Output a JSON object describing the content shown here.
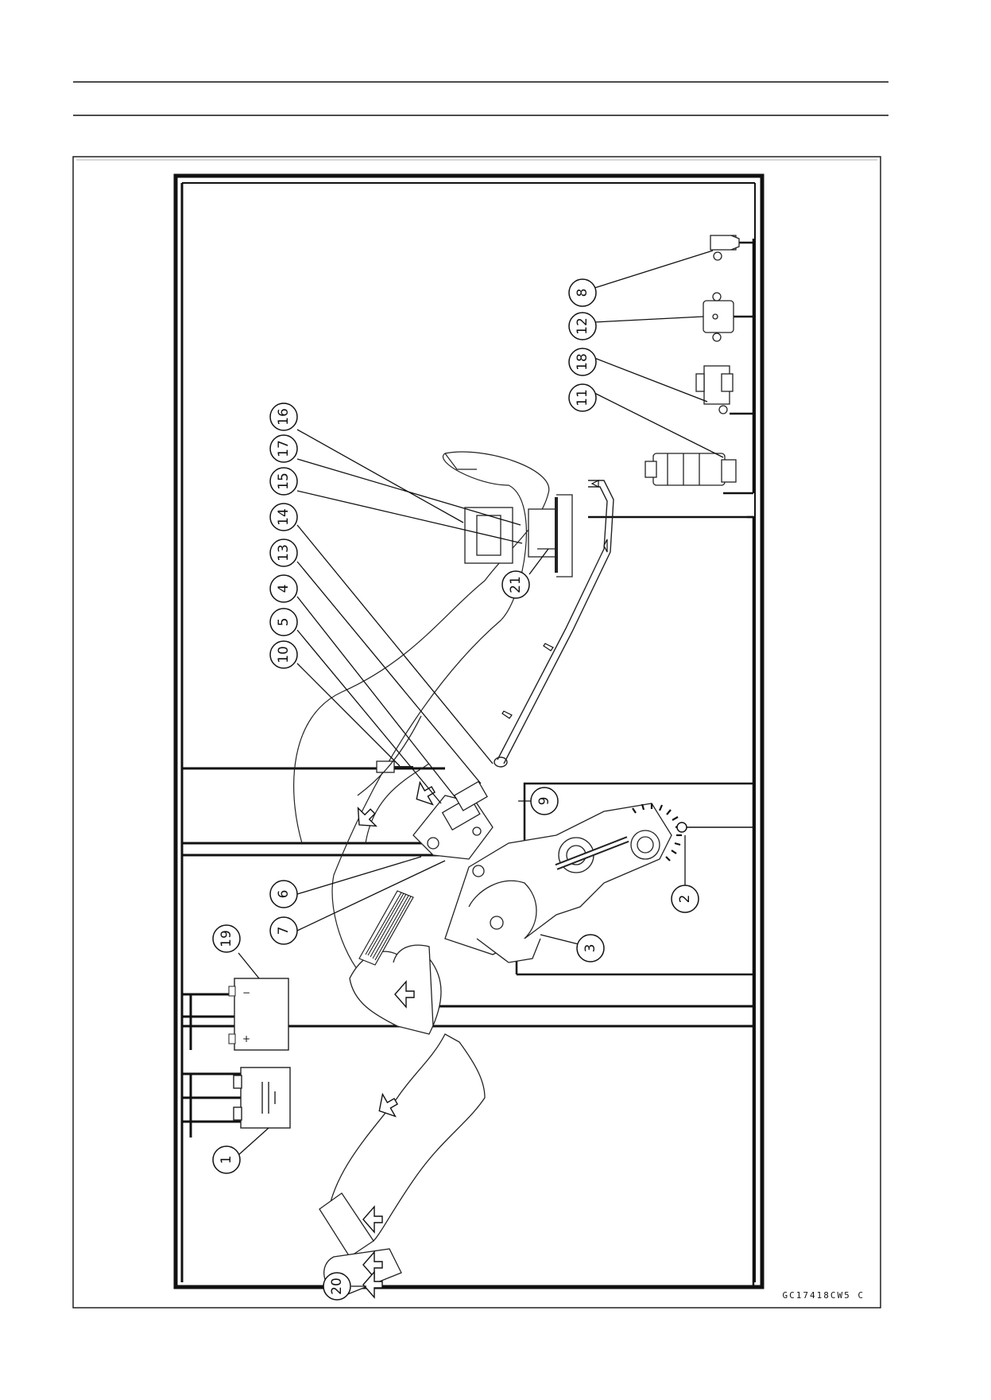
{
  "figure_code": "GC17418CW5 C",
  "callouts": [
    {
      "id": "c1",
      "label": "1"
    },
    {
      "id": "c2",
      "label": "2"
    },
    {
      "id": "c3",
      "label": "3"
    },
    {
      "id": "c4",
      "label": "4"
    },
    {
      "id": "c5",
      "label": "5"
    },
    {
      "id": "c6",
      "label": "6"
    },
    {
      "id": "c7",
      "label": "7"
    },
    {
      "id": "c8",
      "label": "8"
    },
    {
      "id": "c9",
      "label": "9"
    },
    {
      "id": "c10",
      "label": "10"
    },
    {
      "id": "c11",
      "label": "11"
    },
    {
      "id": "c12",
      "label": "12"
    },
    {
      "id": "c13",
      "label": "13"
    },
    {
      "id": "c14",
      "label": "14"
    },
    {
      "id": "c15",
      "label": "15"
    },
    {
      "id": "c16",
      "label": "16"
    },
    {
      "id": "c17",
      "label": "17"
    },
    {
      "id": "c18",
      "label": "18"
    },
    {
      "id": "c19",
      "label": "19"
    },
    {
      "id": "c20",
      "label": "20"
    },
    {
      "id": "c21",
      "label": "21"
    }
  ],
  "battery_terminals": {
    "minus": "−",
    "plus": "+"
  },
  "icons": [
    "airflow-arrow-icon",
    "fuel-flow-arrow-icon"
  ]
}
